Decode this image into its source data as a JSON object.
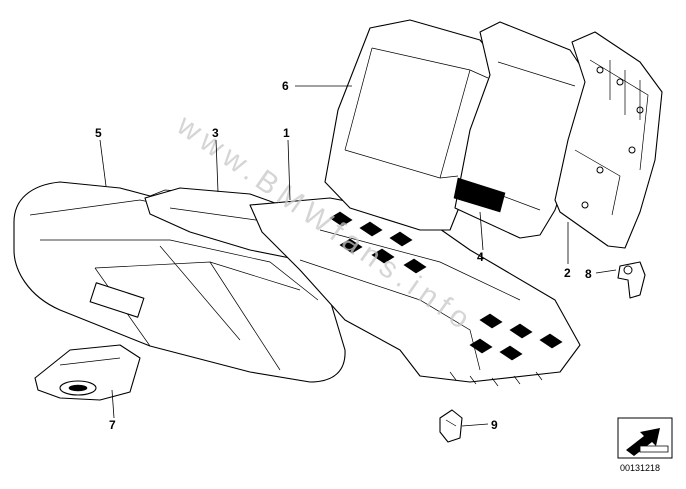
{
  "diagram": {
    "watermark": "www.BMWfans.info",
    "document_number": "00131218",
    "callouts": [
      {
        "id": "1",
        "label": "1"
      },
      {
        "id": "2",
        "label": "2"
      },
      {
        "id": "3",
        "label": "3"
      },
      {
        "id": "4",
        "label": "4"
      },
      {
        "id": "5",
        "label": "5"
      },
      {
        "id": "6",
        "label": "6"
      },
      {
        "id": "7",
        "label": "7"
      },
      {
        "id": "8",
        "label": "8"
      },
      {
        "id": "9",
        "label": "9"
      }
    ],
    "icons": {
      "orientation": "direction-arrow-icon"
    }
  }
}
